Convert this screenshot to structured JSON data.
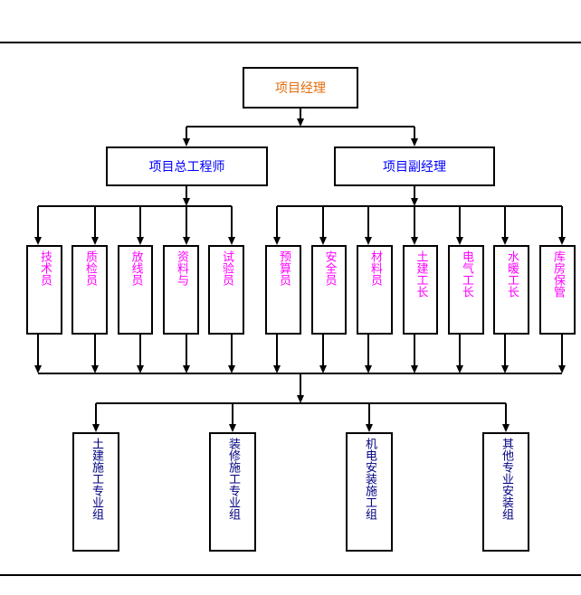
{
  "org_chart": {
    "root": {
      "label": "项目经理",
      "color": "#e46c0a"
    },
    "level2": [
      {
        "label": "项目总工程师",
        "color": "#0000ff"
      },
      {
        "label": "项目副经理",
        "color": "#0000ff"
      }
    ],
    "staff_under_chief_engineer": [
      {
        "label": "技术员"
      },
      {
        "label": "质检员"
      },
      {
        "label": "放线员"
      },
      {
        "label": "资料与"
      },
      {
        "label": "试验员"
      }
    ],
    "staff_under_deputy_manager": [
      {
        "label": "预算员"
      },
      {
        "label": "安全员"
      },
      {
        "label": "材料员"
      },
      {
        "label": "土建工长"
      },
      {
        "label": "电气工长"
      },
      {
        "label": "水暖工长"
      },
      {
        "label": "库房保管"
      }
    ],
    "staff_color": "#ff00ff",
    "work_groups": [
      {
        "label": "土建施工专业组"
      },
      {
        "label": "装修施工专业组"
      },
      {
        "label": "机电安装施工组"
      },
      {
        "label": "其他专业安装组"
      }
    ],
    "work_group_color": "#000080"
  }
}
